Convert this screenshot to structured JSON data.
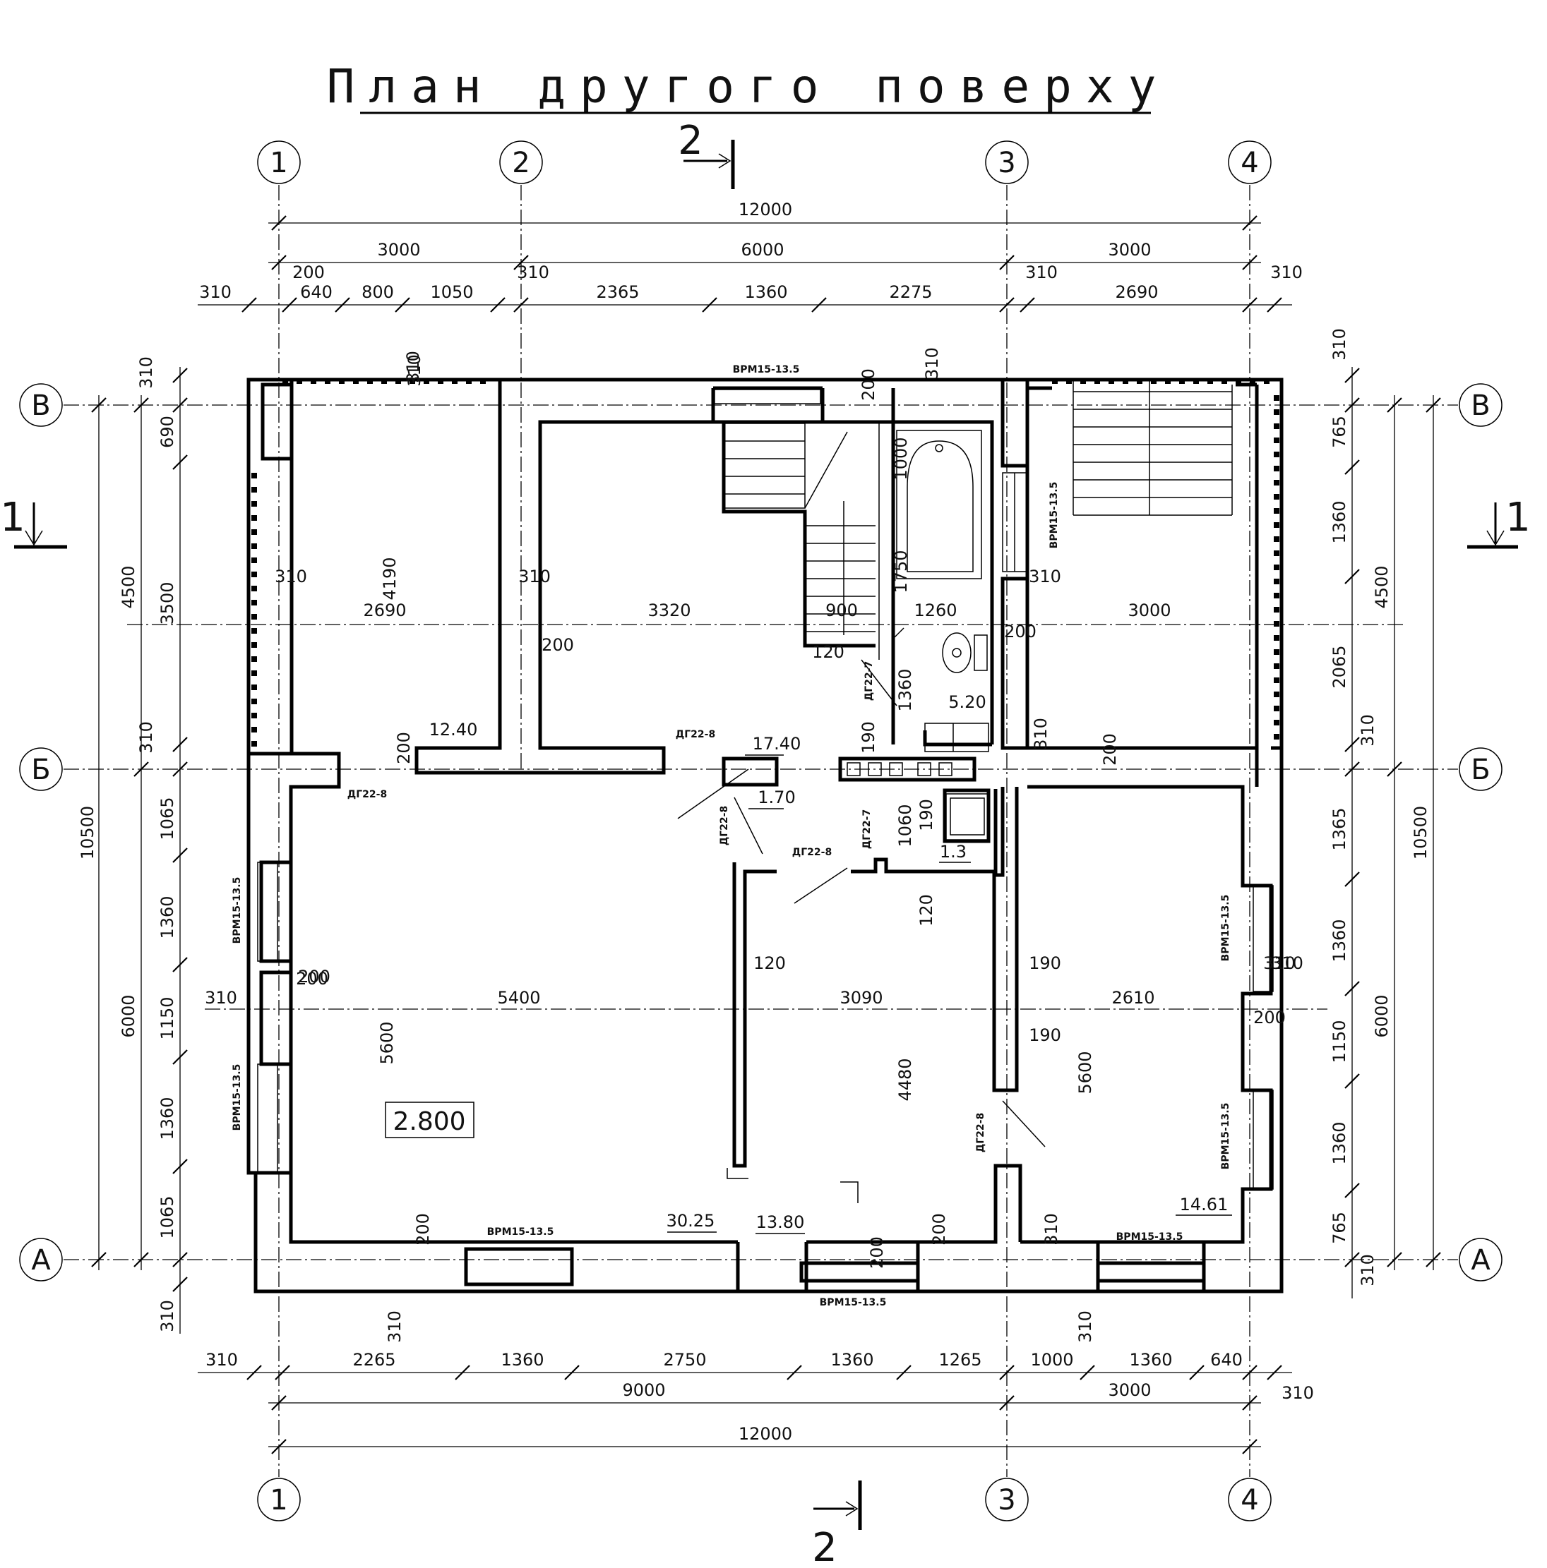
{
  "title": "План другого поверху",
  "axes": {
    "vertical": [
      "1",
      "2",
      "3",
      "4"
    ],
    "horizontal": [
      "В",
      "Б",
      "А"
    ]
  },
  "section_marks": {
    "s1": "1",
    "s2": "2"
  },
  "dimensions": {
    "top_total": "12000",
    "top_axes": [
      "3000",
      "6000",
      "3000"
    ],
    "top_detail": [
      "310",
      "200",
      "640",
      "800",
      "1050",
      "310",
      "2365",
      "1360",
      "2275",
      "310",
      "2690",
      "310"
    ],
    "bottom_detail": [
      "310",
      "2265",
      "1360",
      "2750",
      "1360",
      "1265",
      "1000",
      "1360",
      "640",
      "310"
    ],
    "bottom_axes": [
      "9000",
      "3000"
    ],
    "bottom_total": "12000",
    "left_total": "10500",
    "left_axes": [
      "4500",
      "6000"
    ],
    "left_detail": [
      "310",
      "690",
      "3500",
      "310",
      "1065",
      "1360",
      "1150",
      "1360",
      "1065",
      "310"
    ],
    "right_total": "10500",
    "right_axes": [
      "4500",
      "6000"
    ],
    "right_detail": [
      "310",
      "765",
      "1360",
      "2065",
      "310",
      "1365",
      "1360",
      "1150",
      "1360",
      "765",
      "310"
    ],
    "interior": [
      "310",
      "4190",
      "310",
      "2690",
      "310",
      "3320",
      "200",
      "900",
      "1260",
      "120",
      "1750",
      "1000",
      "200",
      "310",
      "310",
      "310",
      "3000",
      "200",
      "310",
      "200",
      "200",
      "200",
      "310",
      "190",
      "190",
      "120",
      "1360",
      "1060",
      "120",
      "310",
      "200",
      "5400",
      "5600",
      "120",
      "3090",
      "4480",
      "190",
      "2610",
      "190",
      "5600",
      "310",
      "200",
      "200",
      "200",
      "310",
      "200",
      "200",
      "310",
      "310",
      "310",
      "200"
    ]
  },
  "areas": [
    "12.40",
    "17.40",
    "1.70",
    "5.20",
    "1.3",
    "30.25",
    "13.80",
    "14.61"
  ],
  "level": "2.800",
  "door_marks": [
    "ДГ22-8",
    "ДГ22-8",
    "ДГ22-7",
    "ДГ22-8",
    "ДГ22-8",
    "ДГ22-7",
    "ДГ22-8"
  ],
  "window_marks": [
    "ВРМ15-13.5",
    "ВРМ15-13.5",
    "ВРМ15-13.5",
    "ВРМ15-13.5",
    "ВРМ15-13.5",
    "ВРМ15-13.5",
    "ВРМ15-13.5",
    "ВРМ15-13.5",
    "ВРМ15-13.5"
  ]
}
